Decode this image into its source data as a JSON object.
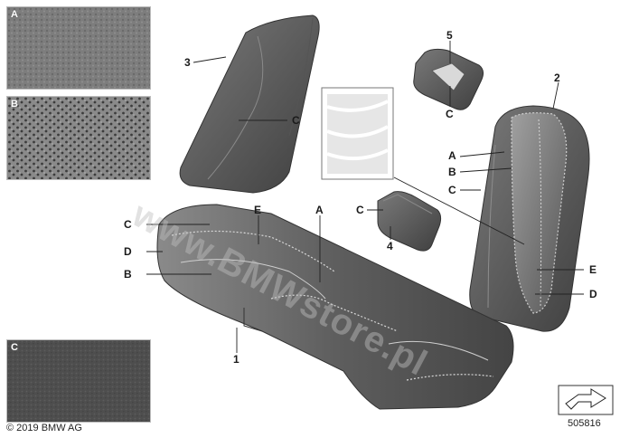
{
  "swatches": [
    {
      "id": "A",
      "label": "A",
      "texture": "fine-grain-leather"
    },
    {
      "id": "B",
      "label": "B",
      "texture": "perforated-leather"
    },
    {
      "id": "C",
      "label": "C",
      "texture": "smooth-grain-leather"
    }
  ],
  "callouts": {
    "n1": "1",
    "n2": "2",
    "n3": "3",
    "n4": "4",
    "n5": "5",
    "a": "A",
    "b": "B",
    "c": "C",
    "d": "D",
    "e": "E"
  },
  "footer": {
    "copyright": "© 2019 BMW AG",
    "diagram_number": "505816"
  },
  "watermark": "www.BMWstore.pl",
  "colors": {
    "leather_dark": "#4a4a4a",
    "leather_mid": "#6b6b6b",
    "leather_light": "#9a9a9a",
    "stitch": "#d8d8d8"
  }
}
